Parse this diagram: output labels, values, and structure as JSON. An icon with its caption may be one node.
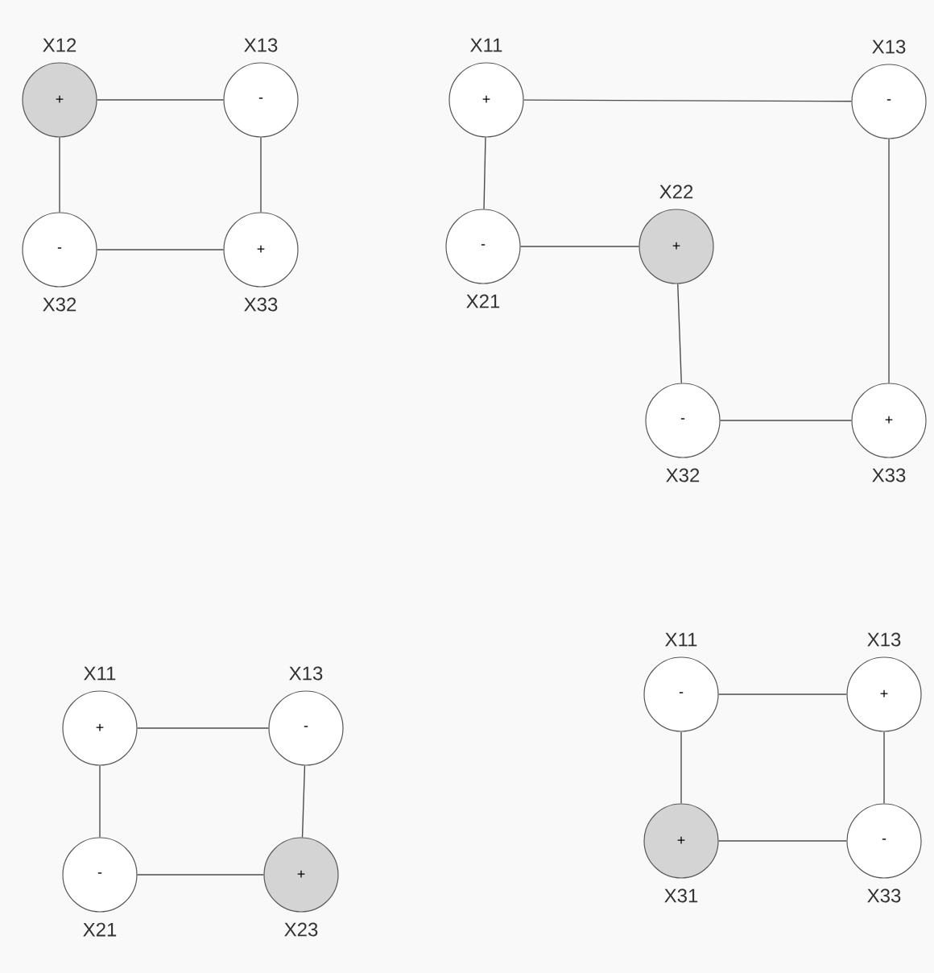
{
  "diagram": {
    "nodes": [
      {
        "text": [
          "+"
        ],
        "beside": [
          "X12"
        ]
      },
      {
        "text": [
          "-"
        ],
        "beside": [
          "X13"
        ]
      },
      {
        "text": [
          "-"
        ],
        "beside": [
          "X32"
        ]
      },
      {
        "text": [
          "+"
        ],
        "beside": [
          "X33"
        ]
      },
      {
        "text": [
          "+"
        ],
        "beside": [
          "X11"
        ]
      },
      {
        "text": [
          "-"
        ],
        "beside": [
          "X13"
        ]
      },
      {
        "text": [
          "-"
        ],
        "beside": [
          "X21"
        ]
      },
      {
        "text": [
          "+"
        ],
        "beside": [
          "X22"
        ]
      },
      {
        "text": [
          "-"
        ],
        "beside": [
          "X32"
        ]
      },
      {
        "text": [
          "+"
        ],
        "beside": [
          "X33"
        ]
      },
      {
        "text": [
          "+"
        ],
        "beside": [
          "X11"
        ]
      },
      {
        "text": [
          "-"
        ],
        "beside": [
          "X13"
        ]
      },
      {
        "text": [
          "-"
        ],
        "beside": [
          "X21"
        ]
      },
      {
        "text": [
          "+"
        ],
        "beside": [
          "X23"
        ]
      },
      {
        "text": [
          "-"
        ],
        "beside": [
          "X11"
        ]
      },
      {
        "text": [
          "+"
        ],
        "beside": [
          "X13"
        ]
      },
      {
        "text": [
          "+"
        ],
        "beside": [
          "X31"
        ]
      },
      {
        "text": [
          "-"
        ],
        "beside": [
          "X33"
        ]
      }
    ],
    "edges": [
      {
        "from": 0,
        "to": 1,
        "arrow": "none"
      },
      {
        "from": 0,
        "to": 2,
        "arrow": "none"
      },
      {
        "from": 1,
        "to": 3,
        "arrow": "none"
      },
      {
        "from": 2,
        "to": 3,
        "arrow": "none"
      },
      {
        "from": 4,
        "to": 5,
        "arrow": "none"
      },
      {
        "from": 4,
        "to": 6,
        "arrow": "none"
      },
      {
        "from": 6,
        "to": 7,
        "arrow": "none"
      },
      {
        "from": 7,
        "to": 8,
        "arrow": "none"
      },
      {
        "from": 5,
        "to": 9,
        "arrow": "none"
      },
      {
        "from": 8,
        "to": 9,
        "arrow": "none"
      },
      {
        "from": 10,
        "to": 11,
        "arrow": "none"
      },
      {
        "from": 10,
        "to": 12,
        "arrow": "none"
      },
      {
        "from": 11,
        "to": 13,
        "arrow": "none"
      },
      {
        "from": 12,
        "to": 13,
        "arrow": "none"
      },
      {
        "from": 14,
        "to": 15,
        "arrow": "none"
      },
      {
        "from": 14,
        "to": 16,
        "arrow": "none"
      },
      {
        "from": 15,
        "to": 17,
        "arrow": "none"
      },
      {
        "from": 16,
        "to": 17,
        "arrow": "none"
      }
    ]
  }
}
